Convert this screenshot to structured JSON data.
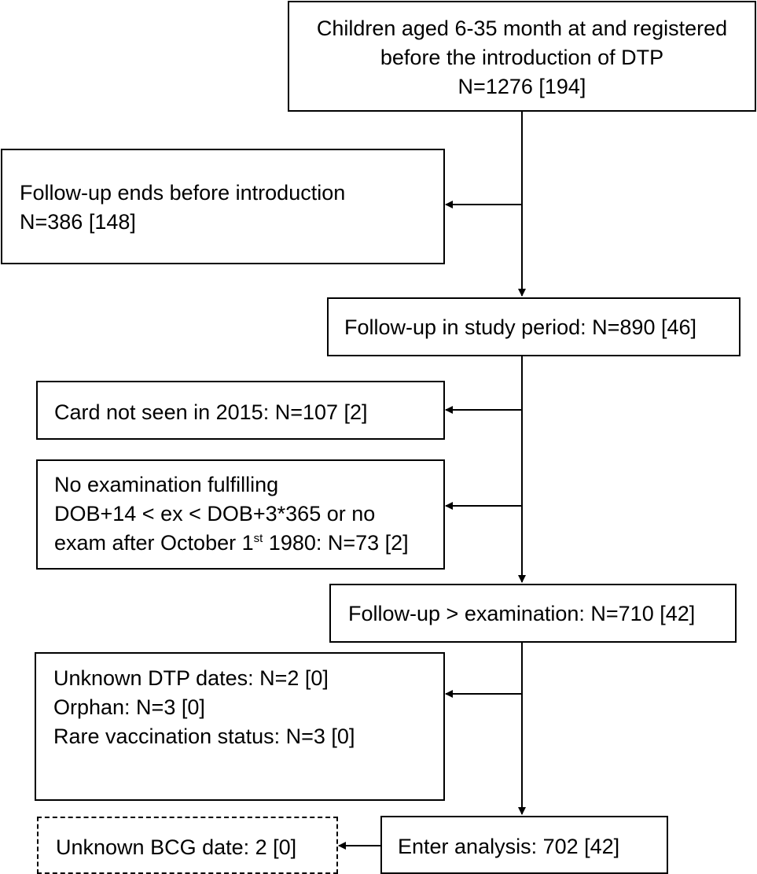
{
  "boxes": {
    "top": {
      "line1": "Children aged 6-35 month at and registered",
      "line2": "before the introduction of DTP",
      "line3": "N=1276 [194]"
    },
    "excluded_followup_ends": {
      "line1": "Follow-up ends before introduction",
      "line2": "N=386 [148]"
    },
    "followup_study_period": {
      "text": "Follow-up in study period: N=890 [46]"
    },
    "card_not_seen": {
      "text": "Card not seen in 2015: N=107 [2]"
    },
    "no_examination": {
      "line1": "No examination fulfilling",
      "line2": "DOB+14 < ex < DOB+3*365 or no",
      "line3_pre": "exam after October 1",
      "line3_sup": "st",
      "line3_post": " 1980: N=73 [2]"
    },
    "followup_examination": {
      "text": "Follow-up > examination: N=710 [42]"
    },
    "excluded_misc": {
      "line1": "Unknown DTP dates: N=2 [0]",
      "line2": "Orphan: N=3 [0]",
      "line3": "Rare vaccination status: N=3 [0]"
    },
    "enter_analysis": {
      "text": "Enter analysis: 702 [42]"
    },
    "unknown_bcg": {
      "text": "Unknown BCG date: 2 [0]"
    }
  }
}
